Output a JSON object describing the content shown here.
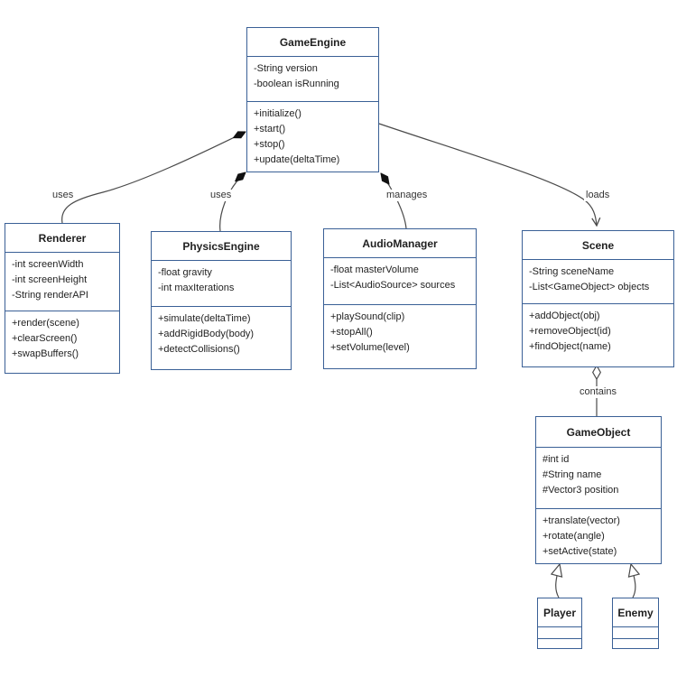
{
  "colors": {
    "box_border": "#3a6096",
    "box_fill": "#ffffff",
    "edge_line": "#4a4a4a",
    "composition_diamond_fill": "#111111",
    "text": "#1f1f1f"
  },
  "classes": [
    {
      "name": "GameEngine",
      "attributes": [
        "-String version",
        "-boolean isRunning"
      ],
      "methods": [
        "+initialize()",
        "+start()",
        "+stop()",
        "+update(deltaTime)"
      ]
    },
    {
      "name": "Renderer",
      "attributes": [
        "-int screenWidth",
        "-int screenHeight",
        "-String renderAPI"
      ],
      "methods": [
        "+render(scene)",
        "+clearScreen()",
        "+swapBuffers()"
      ]
    },
    {
      "name": "PhysicsEngine",
      "attributes": [
        "-float gravity",
        "-int maxIterations"
      ],
      "methods": [
        "+simulate(deltaTime)",
        "+addRigidBody(body)",
        "+detectCollisions()"
      ]
    },
    {
      "name": "AudioManager",
      "attributes": [
        "-float masterVolume",
        "-List<AudioSource> sources"
      ],
      "methods": [
        "+playSound(clip)",
        "+stopAll()",
        "+setVolume(level)"
      ]
    },
    {
      "name": "Scene",
      "attributes": [
        "-String sceneName",
        "-List<GameObject> objects"
      ],
      "methods": [
        "+addObject(obj)",
        "+removeObject(id)",
        "+findObject(name)"
      ]
    },
    {
      "name": "GameObject",
      "attributes": [
        "#int id",
        "#String name",
        "#Vector3 position"
      ],
      "methods": [
        "+translate(vector)",
        "+rotate(angle)",
        "+setActive(state)"
      ]
    },
    {
      "name": "Player",
      "attributes": [],
      "methods": []
    },
    {
      "name": "Enemy",
      "attributes": [],
      "methods": []
    }
  ],
  "relationships": [
    {
      "label": "uses",
      "from": "Renderer",
      "to": "GameEngine",
      "type": "composition"
    },
    {
      "label": "uses",
      "from": "PhysicsEngine",
      "to": "GameEngine",
      "type": "composition"
    },
    {
      "label": "manages",
      "from": "AudioManager",
      "to": "GameEngine",
      "type": "composition"
    },
    {
      "label": "loads",
      "from": "GameEngine",
      "to": "Scene",
      "type": "directed-association"
    },
    {
      "label": "contains",
      "from": "Scene",
      "to": "GameObject",
      "type": "aggregation"
    },
    {
      "label": "",
      "from": "Player",
      "to": "GameObject",
      "type": "inheritance"
    },
    {
      "label": "",
      "from": "Enemy",
      "to": "GameObject",
      "type": "inheritance"
    }
  ]
}
